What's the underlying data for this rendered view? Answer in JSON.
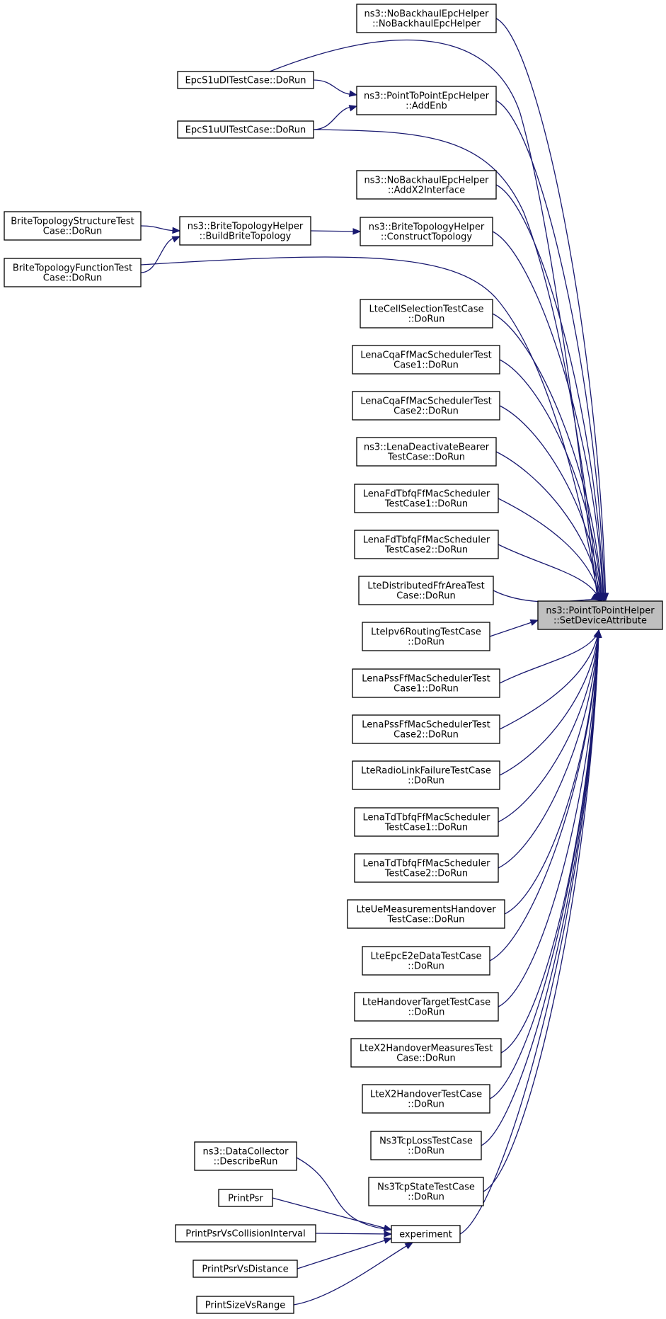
{
  "target": {
    "id": "target",
    "lines": [
      "ns3::PointToPointHelper",
      "::SetDeviceAttribute"
    ]
  },
  "nodes": [
    {
      "id": "noBackhaulCtor",
      "lines": [
        "ns3::NoBackhaulEpcHelper",
        "::NoBackhaulEpcHelper"
      ]
    },
    {
      "id": "epcS1uDl",
      "lines": [
        "EpcS1uDlTestCase::DoRun"
      ]
    },
    {
      "id": "addEnb",
      "lines": [
        "ns3::PointToPointEpcHelper",
        "::AddEnb"
      ]
    },
    {
      "id": "epcS1uUl",
      "lines": [
        "EpcS1uUlTestCase::DoRun"
      ]
    },
    {
      "id": "addX2",
      "lines": [
        "ns3::NoBackhaulEpcHelper",
        "::AddX2Interface"
      ]
    },
    {
      "id": "briteStructure",
      "lines": [
        "BriteTopologyStructureTest",
        "Case::DoRun"
      ]
    },
    {
      "id": "buildBrite",
      "lines": [
        "ns3::BriteTopologyHelper",
        "::BuildBriteTopology"
      ]
    },
    {
      "id": "constructTopology",
      "lines": [
        "ns3::BriteTopologyHelper",
        "::ConstructTopology"
      ]
    },
    {
      "id": "briteFunction",
      "lines": [
        "BriteTopologyFunctionTest",
        "Case::DoRun"
      ]
    },
    {
      "id": "cellSelection",
      "lines": [
        "LteCellSelectionTestCase",
        "::DoRun"
      ]
    },
    {
      "id": "cqa1",
      "lines": [
        "LenaCqaFfMacSchedulerTest",
        "Case1::DoRun"
      ]
    },
    {
      "id": "cqa2",
      "lines": [
        "LenaCqaFfMacSchedulerTest",
        "Case2::DoRun"
      ]
    },
    {
      "id": "deactivateBearer",
      "lines": [
        "ns3::LenaDeactivateBearer",
        "TestCase::DoRun"
      ]
    },
    {
      "id": "fdTbfq1",
      "lines": [
        "LenaFdTbfqFfMacScheduler",
        "TestCase1::DoRun"
      ]
    },
    {
      "id": "fdTbfq2",
      "lines": [
        "LenaFdTbfqFfMacScheduler",
        "TestCase2::DoRun"
      ]
    },
    {
      "id": "distributedFfr",
      "lines": [
        "LteDistributedFfrAreaTest",
        "Case::DoRun"
      ]
    },
    {
      "id": "ipv6Routing",
      "lines": [
        "LteIpv6RoutingTestCase",
        "::DoRun"
      ]
    },
    {
      "id": "pss1",
      "lines": [
        "LenaPssFfMacSchedulerTest",
        "Case1::DoRun"
      ]
    },
    {
      "id": "pss2",
      "lines": [
        "LenaPssFfMacSchedulerTest",
        "Case2::DoRun"
      ]
    },
    {
      "id": "radioLinkFailure",
      "lines": [
        "LteRadioLinkFailureTestCase",
        "::DoRun"
      ]
    },
    {
      "id": "tdTbfq1",
      "lines": [
        "LenaTdTbfqFfMacScheduler",
        "TestCase1::DoRun"
      ]
    },
    {
      "id": "tdTbfq2",
      "lines": [
        "LenaTdTbfqFfMacScheduler",
        "TestCase2::DoRun"
      ]
    },
    {
      "id": "ueMeasHandover",
      "lines": [
        "LteUeMeasurementsHandover",
        "TestCase::DoRun"
      ]
    },
    {
      "id": "epcE2eData",
      "lines": [
        "LteEpcE2eDataTestCase",
        "::DoRun"
      ]
    },
    {
      "id": "handoverTarget",
      "lines": [
        "LteHandoverTargetTestCase",
        "::DoRun"
      ]
    },
    {
      "id": "x2HandoverMeasures",
      "lines": [
        "LteX2HandoverMeasuresTest",
        "Case::DoRun"
      ]
    },
    {
      "id": "x2Handover",
      "lines": [
        "LteX2HandoverTestCase",
        "::DoRun"
      ]
    },
    {
      "id": "tcpLoss",
      "lines": [
        "Ns3TcpLossTestCase",
        "::DoRun"
      ]
    },
    {
      "id": "tcpState",
      "lines": [
        "Ns3TcpStateTestCase",
        "::DoRun"
      ]
    },
    {
      "id": "dataCollector",
      "lines": [
        "ns3::DataCollector",
        "::DescribeRun"
      ]
    },
    {
      "id": "printPsr",
      "lines": [
        "PrintPsr"
      ]
    },
    {
      "id": "printPsrCollision",
      "lines": [
        "PrintPsrVsCollisionInterval"
      ]
    },
    {
      "id": "printPsrDistance",
      "lines": [
        "PrintPsrVsDistance"
      ]
    },
    {
      "id": "printSizeRange",
      "lines": [
        "PrintSizeVsRange"
      ]
    },
    {
      "id": "experiment",
      "lines": [
        "experiment"
      ]
    }
  ],
  "edges": [
    [
      "noBackhaulCtor",
      "target"
    ],
    [
      "epcS1uDl",
      "target"
    ],
    [
      "epcS1uDl",
      "addEnb"
    ],
    [
      "addEnb",
      "target"
    ],
    [
      "epcS1uUl",
      "addEnb"
    ],
    [
      "epcS1uUl",
      "target"
    ],
    [
      "addX2",
      "target"
    ],
    [
      "briteStructure",
      "buildBrite"
    ],
    [
      "buildBrite",
      "constructTopology"
    ],
    [
      "constructTopology",
      "target"
    ],
    [
      "briteFunction",
      "buildBrite"
    ],
    [
      "briteFunction",
      "target"
    ],
    [
      "cellSelection",
      "target"
    ],
    [
      "cqa1",
      "target"
    ],
    [
      "cqa2",
      "target"
    ],
    [
      "deactivateBearer",
      "target"
    ],
    [
      "fdTbfq1",
      "target"
    ],
    [
      "fdTbfq2",
      "target"
    ],
    [
      "distributedFfr",
      "target"
    ],
    [
      "ipv6Routing",
      "target"
    ],
    [
      "pss1",
      "target"
    ],
    [
      "pss2",
      "target"
    ],
    [
      "radioLinkFailure",
      "target"
    ],
    [
      "tdTbfq1",
      "target"
    ],
    [
      "tdTbfq2",
      "target"
    ],
    [
      "ueMeasHandover",
      "target"
    ],
    [
      "epcE2eData",
      "target"
    ],
    [
      "handoverTarget",
      "target"
    ],
    [
      "x2HandoverMeasures",
      "target"
    ],
    [
      "x2Handover",
      "target"
    ],
    [
      "tcpLoss",
      "target"
    ],
    [
      "tcpState",
      "target"
    ],
    [
      "experiment",
      "target"
    ],
    [
      "dataCollector",
      "experiment"
    ],
    [
      "printPsr",
      "experiment"
    ],
    [
      "printPsrCollision",
      "experiment"
    ],
    [
      "printPsrDistance",
      "experiment"
    ],
    [
      "printSizeRange",
      "experiment"
    ]
  ],
  "colors": {
    "edge": "#191970",
    "target_fill": "#bfbfbf",
    "node_border": "#000000"
  }
}
